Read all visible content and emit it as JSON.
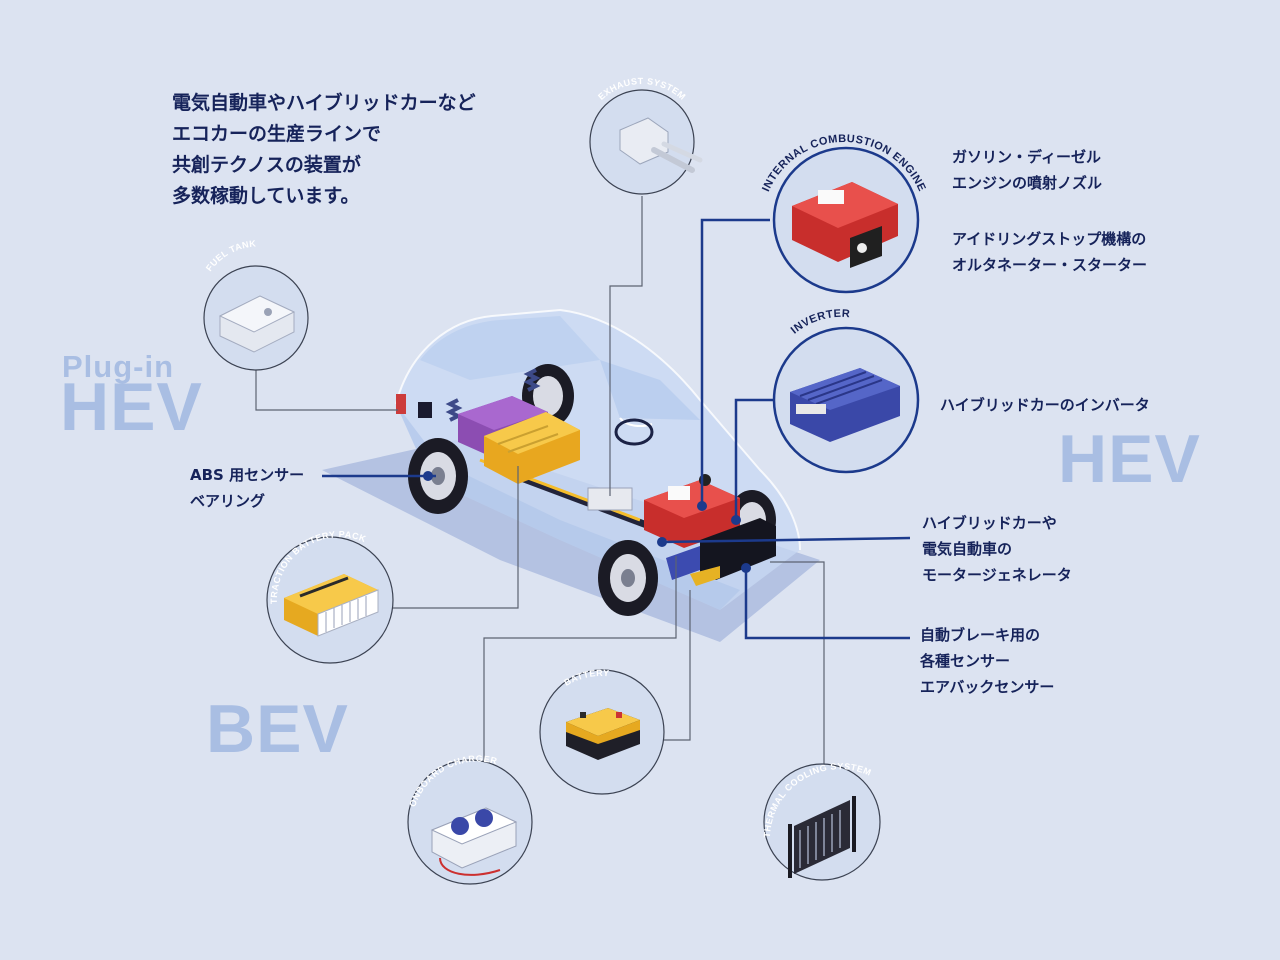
{
  "intro": {
    "lines": [
      "電気自動車やハイブリッドカーなど",
      "エコカーの生産ラインで",
      "共創テクノスの装置が",
      "多数稼動しています。"
    ]
  },
  "big_labels": {
    "phev_top": "Plug-in",
    "phev": "HEV",
    "hev": "HEV",
    "bev": "BEV"
  },
  "components": {
    "exhaust": "EXHAUST SYSTEM",
    "engine": "INTERNAL COMBUSTION ENGINE",
    "fuel_tank": "FUEL TANK",
    "inverter": "INVERTER",
    "traction_battery": "TRACTION BATTERY PACK",
    "battery": "BATTERY",
    "onboard_charger": "ONBOARD CHARGER",
    "thermal": "THERMAL COOLING SYSTEM"
  },
  "labels": {
    "engine_lines": [
      "ガソリン・ディーゼル",
      "エンジンの噴射ノズル"
    ],
    "idle_lines": [
      "アイドリングストップ機構の",
      "オルタネーター・スターター"
    ],
    "inverter_lines": [
      "ハイブリッドカーのインバータ"
    ],
    "abs_lines": [
      "ABS 用センサー",
      "ベアリング"
    ],
    "motor_lines": [
      "ハイブリッドカーや",
      "電気自動車の",
      "モータージェネレータ"
    ],
    "brake_lines": [
      "自動ブレーキ用の",
      "各種センサー",
      "エアバックセンサー"
    ]
  },
  "colors": {
    "background": "#dce3f1",
    "text": "#16235a",
    "accent_line": "#1c3a8c",
    "big_label": "#a9bee3",
    "engine_red": "#e23a37",
    "battery_yellow": "#f5bd2b",
    "tank_purple": "#8c4db2",
    "inverter_blue": "#3a48a8"
  }
}
